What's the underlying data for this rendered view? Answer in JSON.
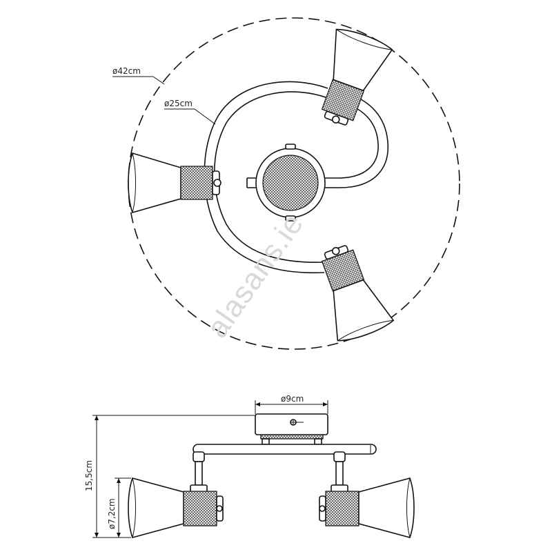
{
  "top_view": {
    "outer_diameter_label": "ø42cm",
    "arm_diameter_label": "ø25cm"
  },
  "side_view": {
    "base_diameter_label": "ø9cm",
    "height_label": "15,5cm",
    "shade_diameter_label": "ø7,2cm"
  },
  "watermark": "alasans.ie"
}
